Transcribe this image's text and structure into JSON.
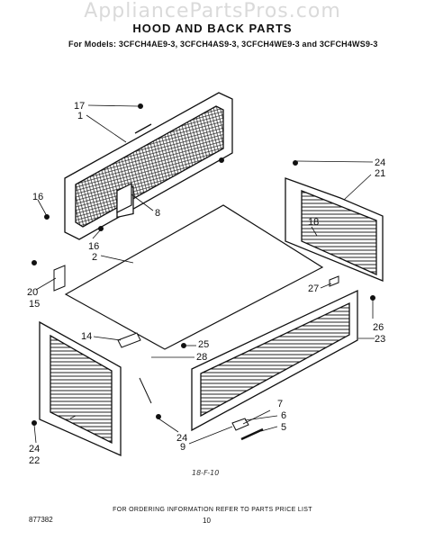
{
  "watermark": "AppliancePartsPros.com",
  "title": "HOOD AND BACK PARTS",
  "models": "For Models: 3CFCH4AE9-3,  3CFCH4AS9-3,  3CFCH4WE9-3   and 3CFCH4WS9-3",
  "footer_note": "FOR ORDERING INFORMATION REFER TO PARTS PRICE LIST",
  "doc_code": "877382",
  "page_number": "10",
  "handwritten_note": "18-F-10",
  "callouts": {
    "c17": "17",
    "c1": "1",
    "c16a": "16",
    "c8": "8",
    "c16b": "16",
    "c2": "2",
    "c24a": "24",
    "c21": "21",
    "c18": "18",
    "c20": "20",
    "c15": "15",
    "c27": "27",
    "c26": "26",
    "c23": "23",
    "c14": "14",
    "c25": "25",
    "c28": "28",
    "c24b": "24",
    "c24c": "24",
    "c22": "22",
    "c9": "9",
    "c7": "7",
    "c6": "6",
    "c5": "5"
  }
}
